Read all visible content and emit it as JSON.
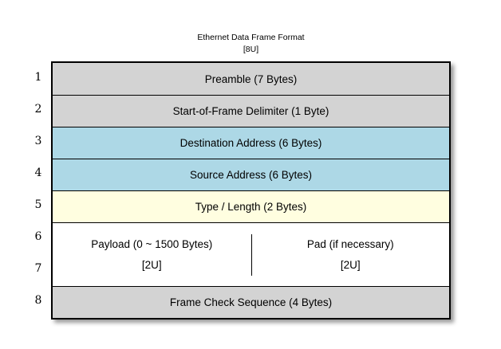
{
  "title": {
    "line1": "Ethernet Data Frame Format",
    "line2": "[8U]"
  },
  "colors": {
    "gray": "#d3d3d3",
    "blue": "#add8e6",
    "yellow": "#fffee0",
    "white": "#ffffff",
    "border": "#000000"
  },
  "row_numbers": [
    "1",
    "2",
    "3",
    "4",
    "5",
    "6",
    "7",
    "8"
  ],
  "rows": [
    {
      "label": "Preamble (7 Bytes)",
      "bg": "#d3d3d3"
    },
    {
      "label": "Start-of-Frame Delimiter (1 Byte)",
      "bg": "#d3d3d3"
    },
    {
      "label": "Destination Address (6 Bytes)",
      "bg": "#add8e6"
    },
    {
      "label": "Source Address (6 Bytes)",
      "bg": "#add8e6"
    },
    {
      "label": "Type / Length (2 Bytes)",
      "bg": "#fffee0"
    },
    {
      "bg": "#ffffff",
      "cells": [
        {
          "label": "Payload (0 ~ 1500 Bytes)",
          "sub": "[2U]"
        },
        {
          "label": "Pad (if necessary)",
          "sub": "[2U]"
        }
      ]
    },
    {
      "label": "Frame Check Sequence (4 Bytes)",
      "bg": "#d3d3d3"
    }
  ]
}
